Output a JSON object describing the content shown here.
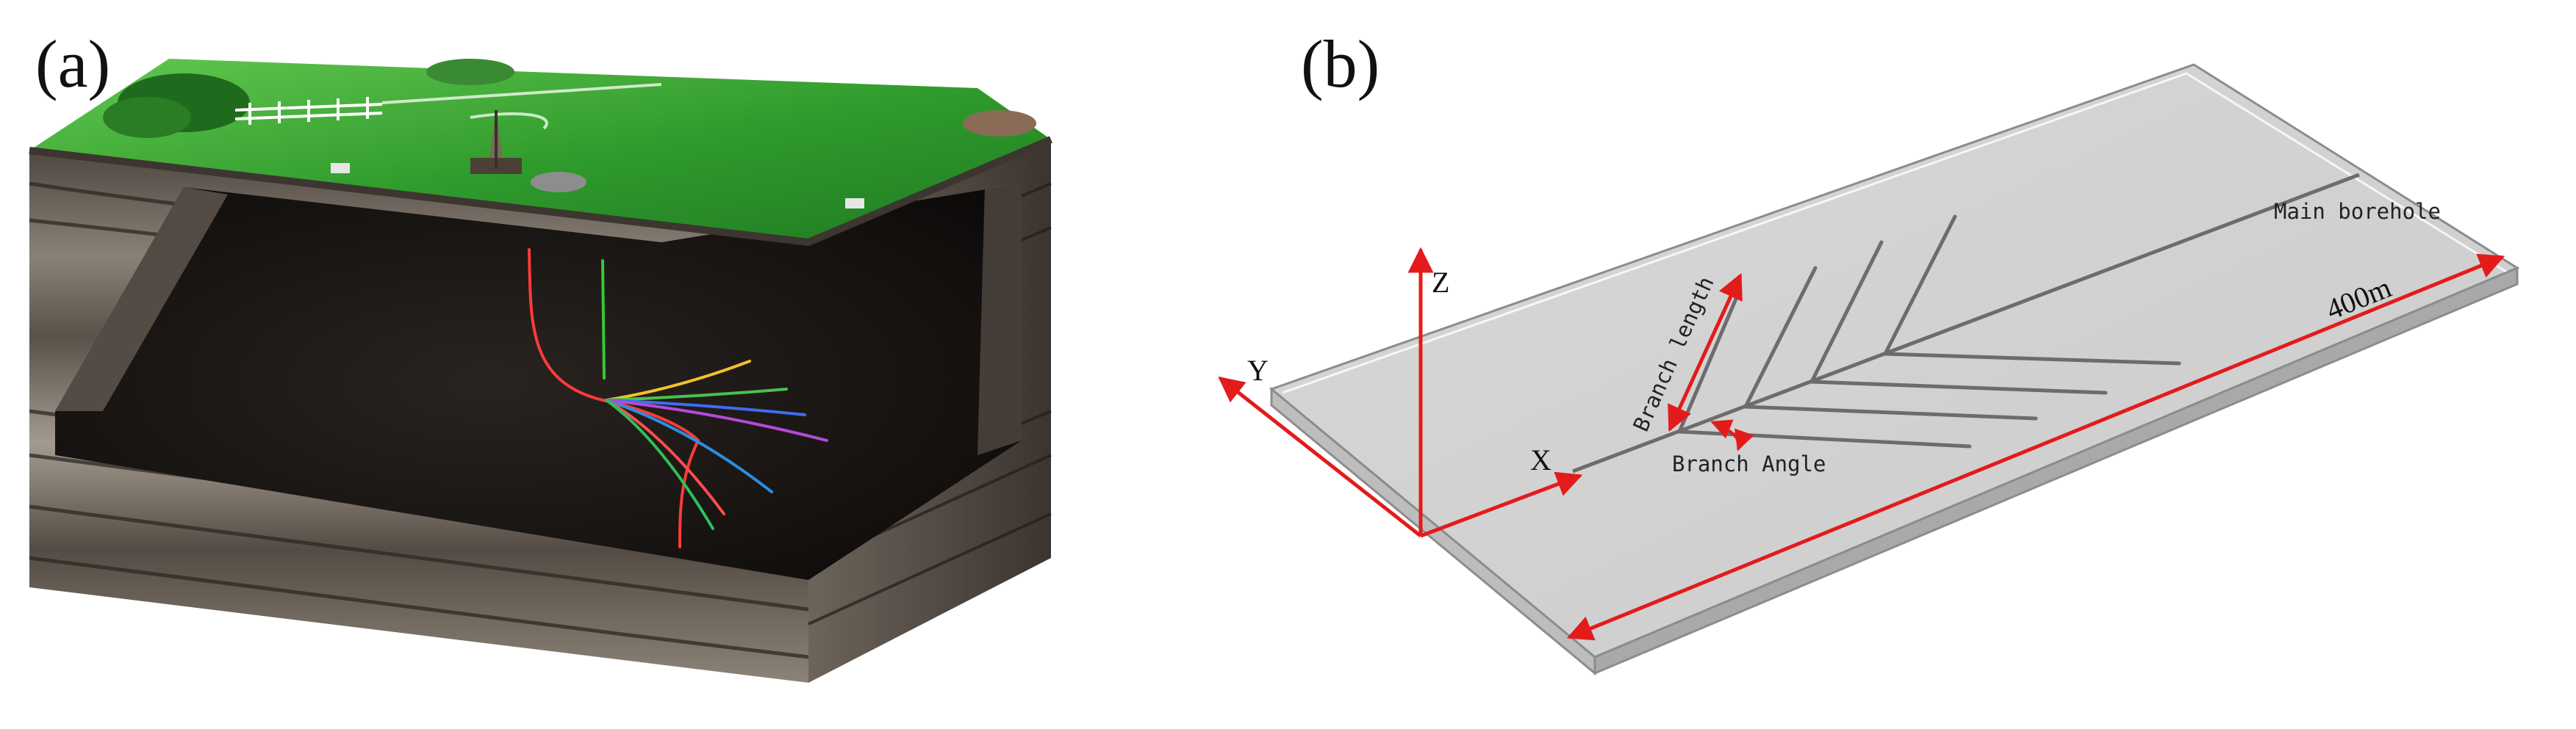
{
  "panels": {
    "a": {
      "label": "(a)"
    },
    "b": {
      "label": "(b)",
      "labels": {
        "z_axis": "Z",
        "y_axis": "Y",
        "x_axis": "X",
        "branch_length": "Branch length",
        "branch_angle": "Branch Angle",
        "main_borehole": "Main borehole",
        "length_dimension": "400m"
      }
    }
  },
  "colors": {
    "grass": "#2f9a2c",
    "grass_light": "#5cc24a",
    "rock_dark": "#2b2622",
    "rock_mid": "#6b6158",
    "rock_light": "#9c9388",
    "cavity": "#141110",
    "plate_top": "#d3d3d3",
    "plate_edge": "#9a9a9a",
    "borehole": "#6c6c6c",
    "annotation_red": "#e31b1b"
  },
  "wells": {
    "main_color": "#ff3b3b",
    "vertical_color": "#37c837",
    "laterals": [
      {
        "color": "#f2c12e"
      },
      {
        "color": "#4cc04c"
      },
      {
        "color": "#3c6ef0"
      },
      {
        "color": "#b44bd8"
      },
      {
        "color": "#2d8de0"
      },
      {
        "color": "#ff4d4d"
      },
      {
        "color": "#2fbf5a"
      }
    ]
  }
}
